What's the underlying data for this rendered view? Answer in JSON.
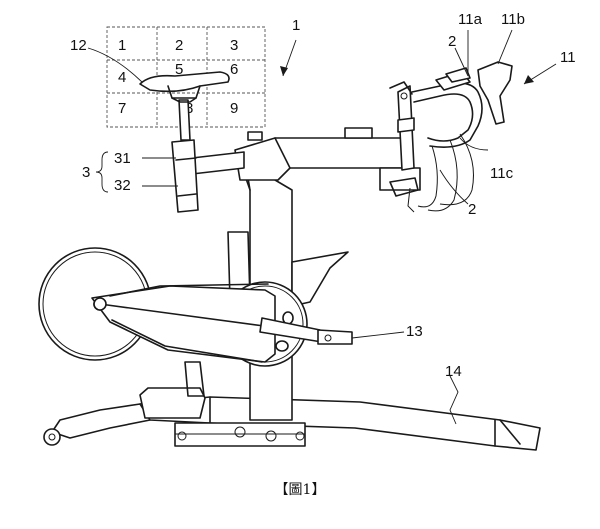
{
  "figure": {
    "caption": "【圖1】"
  },
  "grid": {
    "cells": [
      "1",
      "2",
      "3",
      "4",
      "5",
      "6",
      "7",
      "8",
      "9"
    ]
  },
  "labels": {
    "bike": "1",
    "handlebar": "11",
    "handlebar_a": "11a",
    "handlebar_b": "11b",
    "handlebar_c": "11c",
    "sensor_top": "2",
    "sensor_bottom": "2",
    "seat_unit": "3",
    "seat_post": "31",
    "seat_mount": "32",
    "saddle_grid": "12",
    "crank": "13",
    "frame_base": "14"
  }
}
